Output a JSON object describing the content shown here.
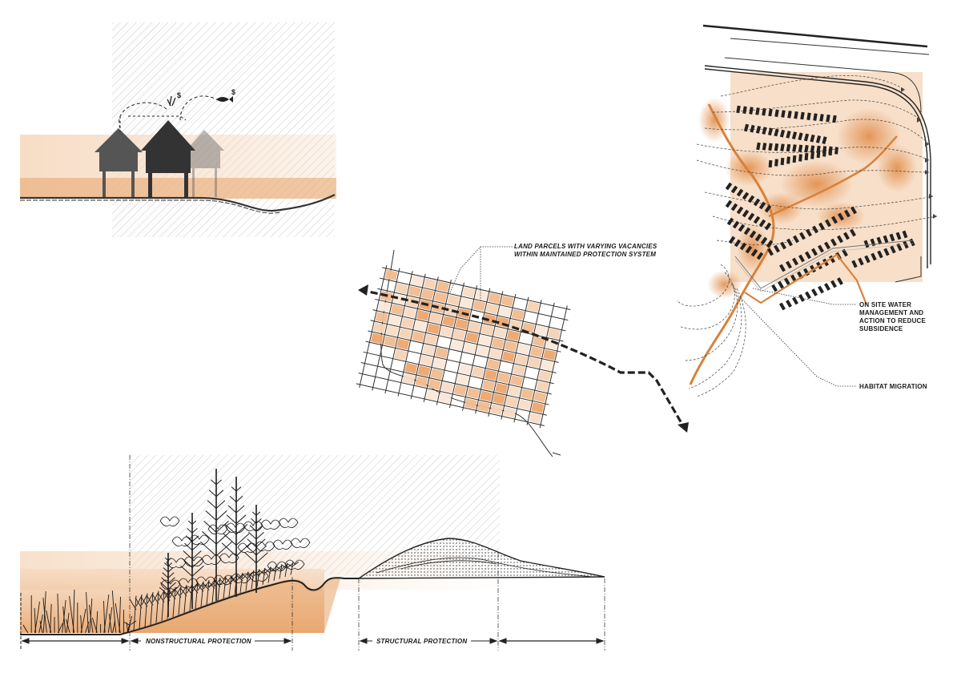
{
  "labels": {
    "land_parcels_line1": "LAND PARCELS WITH VARYING VACANCIES",
    "land_parcels_line2": "WITHIN MAINTAINED PROTECTION SYSTEM",
    "water_line1": "ON SITE WATER",
    "water_line2": "MANAGEMENT AND",
    "water_line3": "ACTION TO REDUCE",
    "water_line4": "SUBSIDENCE",
    "habitat": "HABITAT MIGRATION",
    "nonstructural": "NONSTRUCTURAL PROTECTION",
    "structural": "STRUCTURAL PROTECTION"
  },
  "colors": {
    "orange": "#e8a46a",
    "light_orange": "#f6d9bf",
    "accent_orange": "#d9813a",
    "dark": "#222222",
    "house_gray": "#555555"
  }
}
